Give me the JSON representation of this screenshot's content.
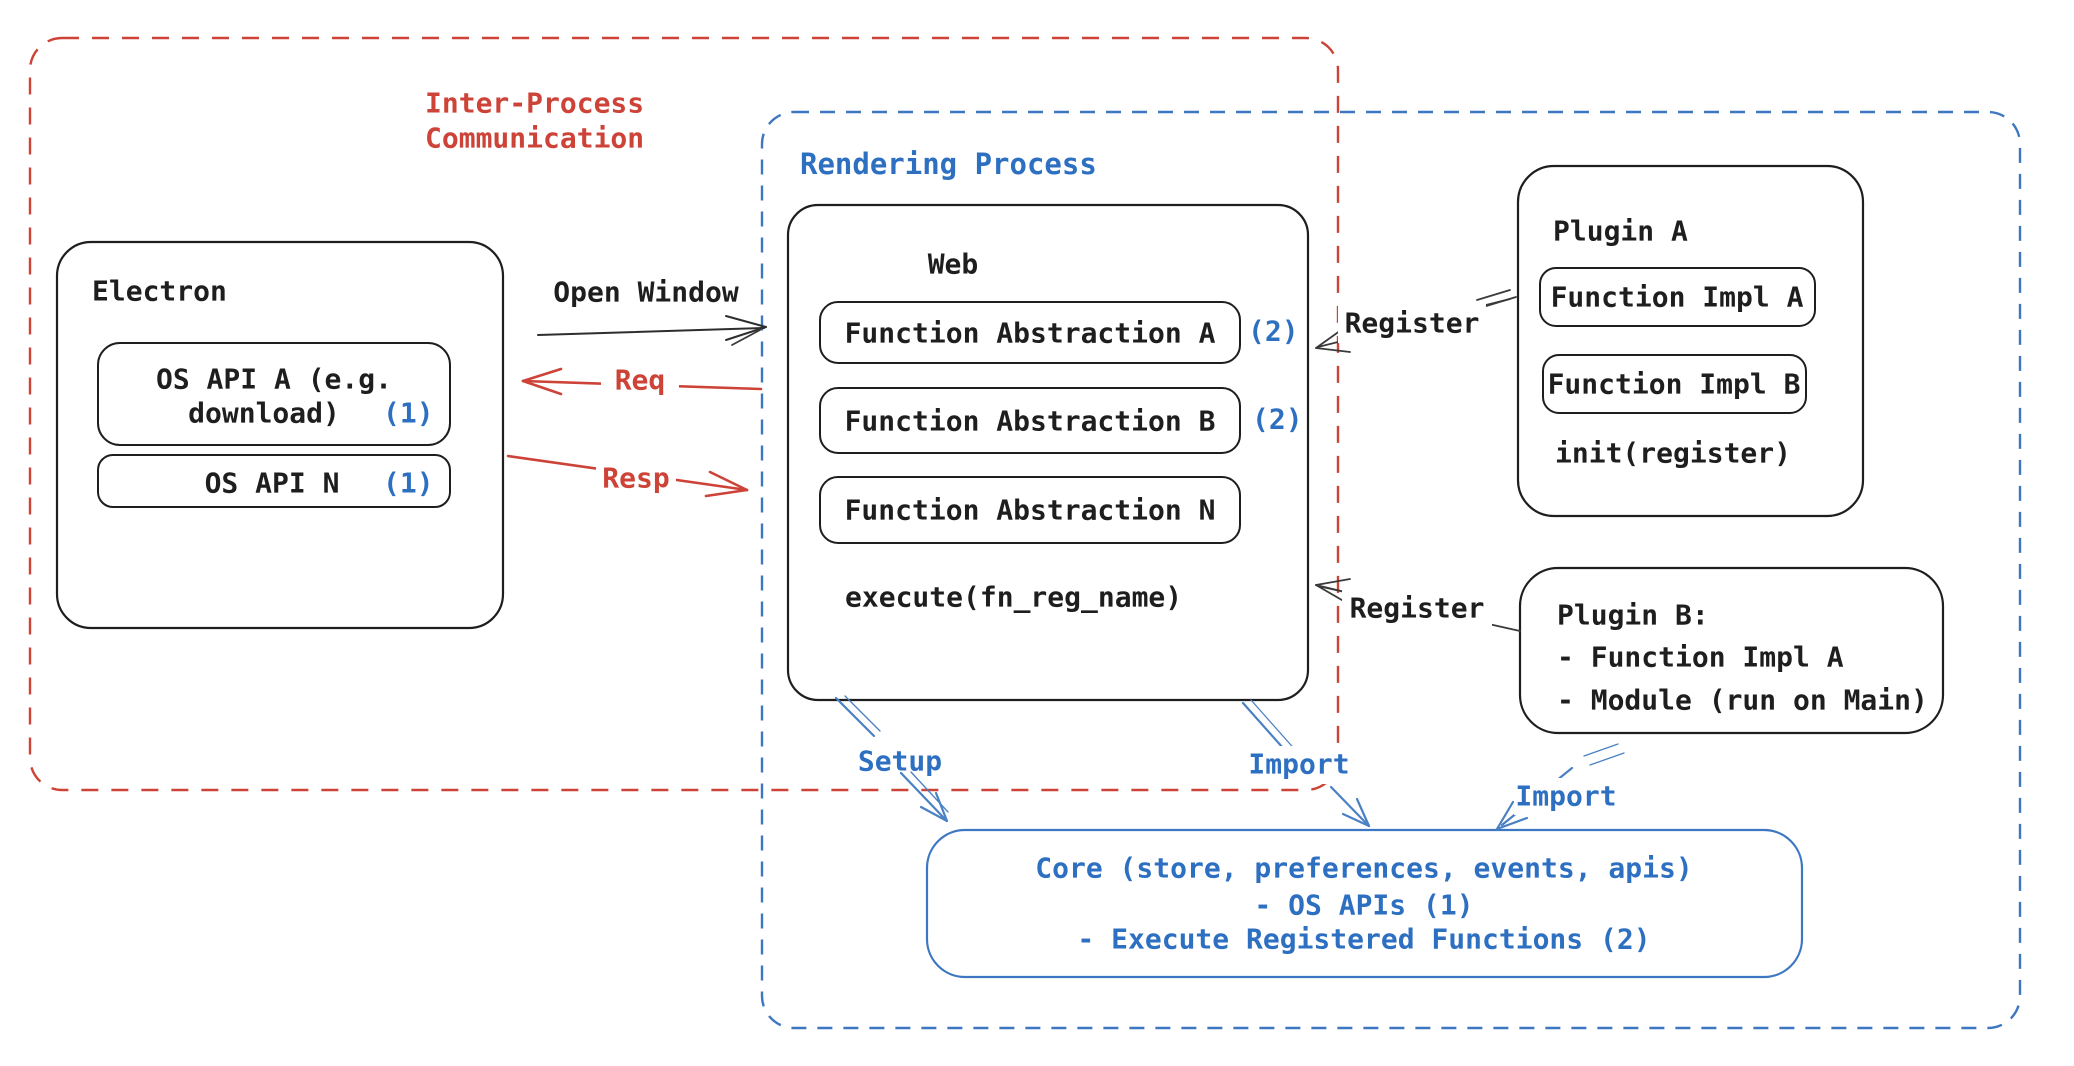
{
  "regions": {
    "ipc": {
      "label_line1": "Inter-Process",
      "label_line2": "Communication"
    },
    "rendering": {
      "label": "Rendering Process"
    }
  },
  "electron": {
    "title": "Electron",
    "api_a_line1": "OS API A (e.g.",
    "api_a_line2": "download)",
    "api_a_badge": "(1)",
    "api_n_label": "OS API N",
    "api_n_badge": "(1)"
  },
  "web": {
    "title": "Web",
    "items": [
      {
        "label": "Function Abstraction A",
        "badge": "(2)"
      },
      {
        "label": "Function Abstraction B",
        "badge": "(2)"
      },
      {
        "label": "Function Abstraction N",
        "badge": ""
      }
    ],
    "footer": "execute(fn_reg_name)"
  },
  "plugin_a": {
    "title": "Plugin A",
    "impl_a": "Function Impl A",
    "impl_b": "Function Impl B",
    "footer": "init(register)"
  },
  "plugin_b": {
    "line1": "Plugin B:",
    "line2": "- Function Impl A",
    "line3": "- Module (run on Main)"
  },
  "core": {
    "line1": "Core (store, preferences, events, apis)",
    "line2": "- OS APIs (1)",
    "line3": "- Execute Registered Functions (2)"
  },
  "arrows": {
    "open_window": "Open Window",
    "req": "Req",
    "resp": "Resp",
    "register_a": "Register",
    "register_b": "Register",
    "setup": "Setup",
    "import_web": "Import",
    "import_plugin": "Import"
  },
  "colors": {
    "red": "#cd4338",
    "blue_text": "#2d6fc1",
    "blue_stroke": "#3d77c2",
    "black": "#1e1e1e"
  }
}
